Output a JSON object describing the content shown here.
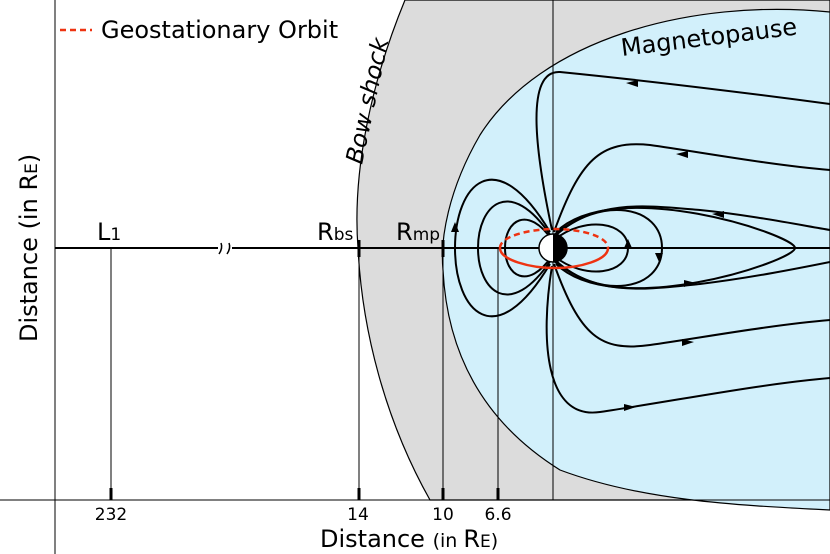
{
  "legend": {
    "label": "Geostationary Orbit",
    "color": "#ee3311"
  },
  "labels": {
    "bow_shock": "Bow shock",
    "magnetopause": "Magnetopause",
    "l1_main": "L",
    "l1_sub": "1",
    "rbs_main": "R",
    "rbs_sub": "bs",
    "rmp_main": "R",
    "rmp_sub": "mp"
  },
  "axes": {
    "x_title_main": "Distance ",
    "x_title_small": "(in ",
    "x_title_r": "R",
    "x_title_sub": "E",
    "x_title_close": ")",
    "y_title": "Distance (in R",
    "y_title_sub": "E",
    "y_title_close": ")"
  },
  "ticks": [
    {
      "label": "232"
    },
    {
      "label": "14"
    },
    {
      "label": "10"
    },
    {
      "label": "6.6"
    }
  ],
  "colors": {
    "sheath": "#dcdcdc",
    "magnetosphere": "#d2f0fb",
    "orbit": "#ee3311",
    "line": "#000000"
  },
  "icons": {
    "axis_break": "break-mark-icon",
    "earth": "earth-icon"
  }
}
